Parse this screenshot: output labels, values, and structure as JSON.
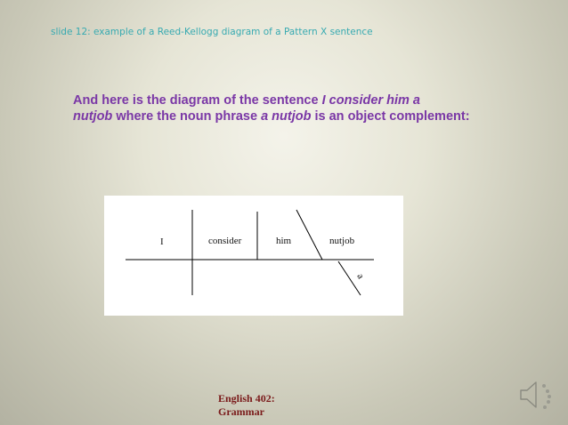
{
  "slide_label": "slide 12: example of a Reed-Kellogg diagram of a Pattern X sentence",
  "body": {
    "part1": "And here is the diagram of the sentence ",
    "sentence_1": "I consider him a",
    "sentence_2": "nutjob",
    "part2": " where the noun phrase ",
    "phrase": "a nutjob",
    "part3": " is an object complement:"
  },
  "diagram": {
    "words": {
      "subject": "I",
      "verb": "consider",
      "object": "him",
      "complement": "nutjob",
      "modifier": "a"
    }
  },
  "footer": {
    "line1": "English 402:",
    "line2": "Grammar"
  },
  "colors": {
    "label": "#37aab1",
    "body_text": "#7a37a6",
    "footer_text": "#7a1a1a"
  },
  "icons": {
    "audio": "speaker-icon"
  }
}
